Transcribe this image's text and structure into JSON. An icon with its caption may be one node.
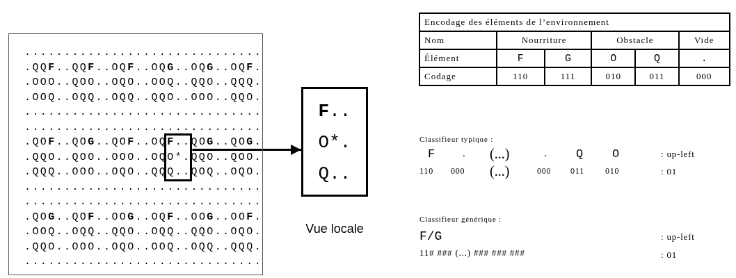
{
  "diagram": {
    "nodes": [
      {
        "text": [
          "..............................",
          ".QQ**F**..QQ**F**..OQ**F**..OQ**G**..OQ**G**..OQ**F**.",
          ".OOO..QOO..OQO..OOQ..QQO..QQQ.",
          ".OOQ..OQQ..OQQ..QQO..OOO..QQO.",
          "..............................",
          "..............................",
          ".QO**F**..QO**G**..QO**F**..OQ**F**..QO**G**..QO**G**.",
          ".QQO..QOO..OOO..OQO*.QQO..QOO.",
          ".QQQ..OOO..OQO..QQQ..QOQ..OQO.",
          "..............................",
          "..............................",
          ".QO**G**..QO**F**..OO**G**..OQ**F**..OO**G**..OO**F**.",
          ".OOQ..OQQ..QQO..OQQ..QQO..OQO.",
          ".QQO..OOO..OQO..OOQ..OQQ..QQQ.",
          ".............................."
        ]
      },
      {
        "text": [],
        "shape": "box",
        "in": 0
      },
      {
        "text": [
          "**F**..",
          "O*.",
          "Q.."
        ],
        "beside": [
          "Vue locale"
        ]
      }
    ],
    "edges": [
      {
        "from": 1,
        "to": 2,
        "arrow": "to"
      }
    ],
    "labels": [
      "Encodage des éléments de l’environnement",
      "Nom",
      "Nourriture",
      "Obstacle",
      "Vide",
      "Élément",
      "F",
      "G",
      "O",
      "Q",
      ".",
      "Codage",
      "110",
      "111",
      "010",
      "011",
      "000",
      "Classifieur typique :",
      "F",
      ".",
      "(...)",
      ".",
      "Q",
      "O",
      ": up-left",
      "110",
      "000",
      "(...)",
      "000",
      "011",
      "010",
      ": 01",
      "Classifieur générique :",
      "F/G",
      ": up-left",
      "11# ### (...) ### ### ###",
      ": 01"
    ]
  }
}
